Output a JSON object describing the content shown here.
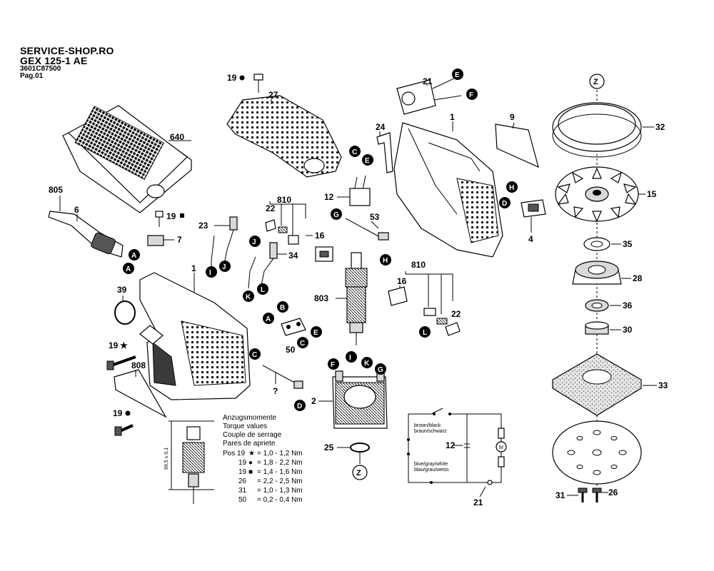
{
  "header": {
    "line1": "SERVICE-SHOP.RO",
    "line2": "GEX 125-1 AE",
    "line3": "3601C87500",
    "line4": "Pag.01"
  },
  "part_labels": {
    "p640": "640",
    "p805": "805",
    "p6": "6",
    "p7": "7",
    "p19sq_top": "19",
    "p1_left": "1",
    "p39": "39",
    "p19star": "19",
    "p808": "808",
    "p19dot_left": "19",
    "p19dot_top": "19",
    "p27": "27",
    "p23": "23",
    "p22_top": "22",
    "p810_top": "810",
    "p16_top": "16",
    "p34": "34",
    "p12_top": "12",
    "p53": "53",
    "p803": "803",
    "p50": "50",
    "p810_mid": "810",
    "p16_mid": "16",
    "p22_mid": "22",
    "pq": "?",
    "p2": "2",
    "p25": "25",
    "p21_top": "21",
    "p24": "24",
    "p1_mid": "1",
    "p9": "9",
    "p4": "4",
    "p32": "32",
    "p15": "15",
    "p35": "35",
    "p28": "28",
    "p36": "36",
    "p30": "30",
    "p33": "33",
    "p31": "31",
    "p26": "26",
    "p12_circ": "12",
    "p21_circ": "21"
  },
  "connector_badges": {
    "A1": "A",
    "A2": "A",
    "A3": "A",
    "B1": "B",
    "C1": "C",
    "C2": "C",
    "C3": "C",
    "D1": "D",
    "D2": "D",
    "E1": "E",
    "E2": "E",
    "E3": "E",
    "F1": "F",
    "F2": "F",
    "G1": "G",
    "G2": "G",
    "H1": "H",
    "H2": "H",
    "I1": "I",
    "I2": "I",
    "J1": "J",
    "J2": "J",
    "K1": "K",
    "K2": "K",
    "L1": "L",
    "L2": "L"
  },
  "z_marks": {
    "top": "Z",
    "bottom": "Z"
  },
  "torque": {
    "title_de": "Anzugsmomente",
    "title_en": "Torque values",
    "title_fr": "Couple de serrage",
    "title_ro": "Pares de apriete",
    "rows": [
      {
        "pos": "Pos 19",
        "sym": "★",
        "val": "= 1,0 - 1,2 Nm"
      },
      {
        "pos": "19",
        "sym": "●",
        "val": "= 1,8 - 2,2 Nm"
      },
      {
        "pos": "19",
        "sym": "■",
        "val": "= 1,4 - 1,6 Nm"
      },
      {
        "pos": "26",
        "sym": "",
        "val": "= 2,2 - 2,5 Nm"
      },
      {
        "pos": "31",
        "sym": "",
        "val": "= 1,0 - 1,3 Nm"
      },
      {
        "pos": "50",
        "sym": "",
        "val": "= 0,2 - 0,4 Nm"
      }
    ],
    "dimension": "99,5 ± 0,1"
  },
  "circuit": {
    "wire1_a": "brown/black",
    "wire1_b": "braun/schwarz",
    "wire2_a": "blue/gray/white",
    "wire2_b": "blau/grau/weiss",
    "motor": "M"
  }
}
